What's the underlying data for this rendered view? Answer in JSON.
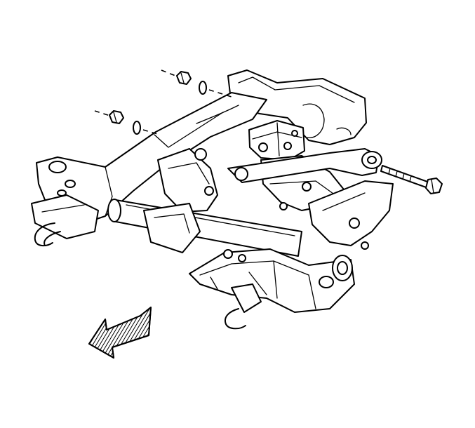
{
  "diagram": {
    "labels": []
  },
  "colors": {
    "line": "#000000",
    "background": "#ffffff",
    "arrow_hatch": "#000000"
  },
  "parts": [
    "frame-crossmember",
    "rear-mount-bracket",
    "mount-bolt",
    "nut",
    "washer",
    "front-direction-arrow"
  ]
}
